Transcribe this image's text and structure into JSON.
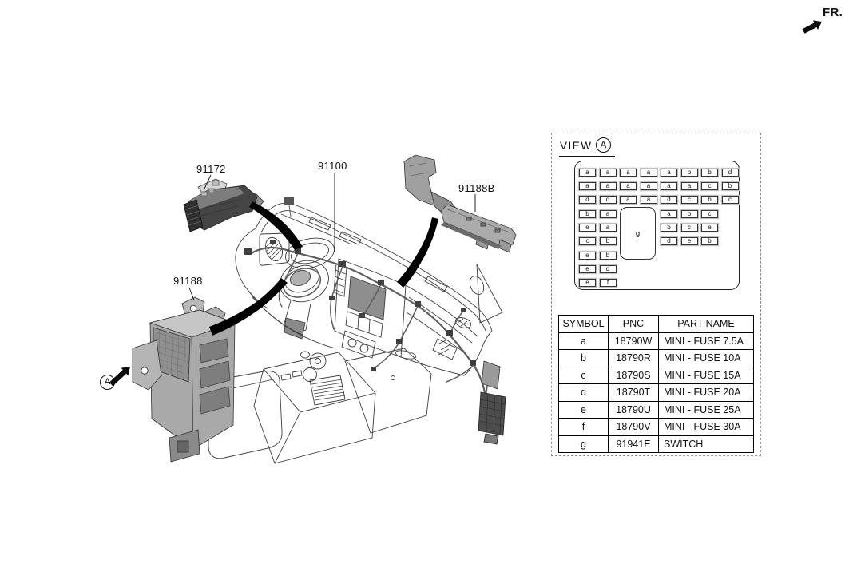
{
  "direction": {
    "label": "FR."
  },
  "markers": {
    "detail_ref": "A"
  },
  "parts": {
    "p91172": "91172",
    "p91100": "91100",
    "p91188B": "91188B",
    "p91188": "91188"
  },
  "view_panel": {
    "title": "VIEW",
    "ref": "A",
    "fusebox": {
      "top_rows": [
        [
          "a",
          "a",
          "a",
          "a",
          "a",
          "b",
          "b",
          "d"
        ],
        [
          "a",
          "a",
          "a",
          "a",
          "a",
          "a",
          "c",
          "b"
        ],
        [
          "d",
          "d",
          "a",
          "a",
          "d",
          "c",
          "b",
          "c"
        ]
      ],
      "left_pairs": [
        [
          "b",
          "a"
        ],
        [
          "e",
          "a"
        ],
        [
          "c",
          "b"
        ],
        [
          "e",
          "b"
        ],
        [
          "e",
          "d"
        ],
        [
          "e",
          "f"
        ]
      ],
      "right_triples": [
        [
          "a",
          "b",
          "c"
        ],
        [
          "b",
          "c",
          "e"
        ],
        [
          "d",
          "e",
          "b"
        ]
      ],
      "center": "g"
    },
    "table": {
      "headers": [
        "SYMBOL",
        "PNC",
        "PART NAME"
      ],
      "rows": [
        [
          "a",
          "18790W",
          "MINI - FUSE 7.5A"
        ],
        [
          "b",
          "18790R",
          "MINI - FUSE 10A"
        ],
        [
          "c",
          "18790S",
          "MINI - FUSE 15A"
        ],
        [
          "d",
          "18790T",
          "MINI - FUSE 20A"
        ],
        [
          "e",
          "18790U",
          "MINI - FUSE 25A"
        ],
        [
          "f",
          "18790V",
          "MINI - FUSE 30A"
        ],
        [
          "g",
          "91941E",
          "SWITCH"
        ]
      ]
    }
  },
  "colors": {
    "ink": "#111111",
    "line_gray": "#3c3c3c",
    "harness_gray": "#5e5e5e",
    "part_dark": "#454545",
    "part_light": "#a9a9a9"
  }
}
